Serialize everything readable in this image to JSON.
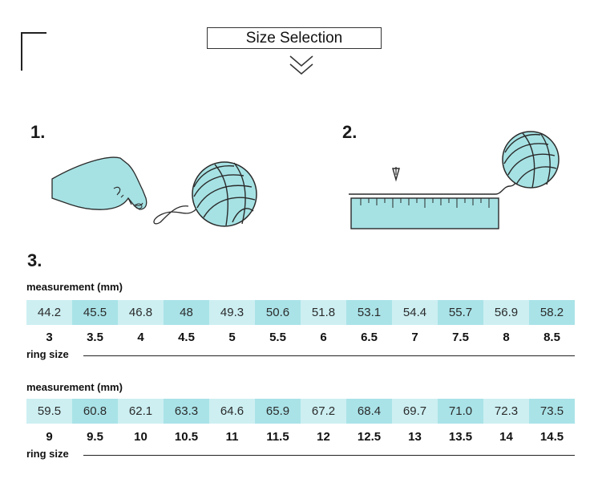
{
  "header": {
    "title": "Size Selection"
  },
  "steps": {
    "one": "1.",
    "two": "2.",
    "three": "3."
  },
  "colors": {
    "teal_light": "#cdeff2",
    "teal_dark": "#a9e3e8",
    "ink": "#2a2a2a",
    "teal_illus": "#a6e2e4"
  },
  "table1": {
    "label": "measurement (mm)",
    "measurements": [
      "44.2",
      "45.5",
      "46.8",
      "48",
      "49.3",
      "50.6",
      "51.8",
      "53.1",
      "54.4",
      "55.7",
      "56.9",
      "58.2"
    ],
    "sizes": [
      "3",
      "3.5",
      "4",
      "4.5",
      "5",
      "5.5",
      "6",
      "6.5",
      "7",
      "7.5",
      "8",
      "8.5"
    ],
    "ring_label": "ring size"
  },
  "table2": {
    "label": "measurement (mm)",
    "measurements": [
      "59.5",
      "60.8",
      "62.1",
      "63.3",
      "64.6",
      "65.9",
      "67.2",
      "68.4",
      "69.7",
      "71.0",
      "72.3",
      "73.5"
    ],
    "sizes": [
      "9",
      "9.5",
      "10",
      "10.5",
      "11",
      "11.5",
      "12",
      "12.5",
      "13",
      "13.5",
      "14",
      "14.5"
    ],
    "ring_label": "ring size"
  }
}
